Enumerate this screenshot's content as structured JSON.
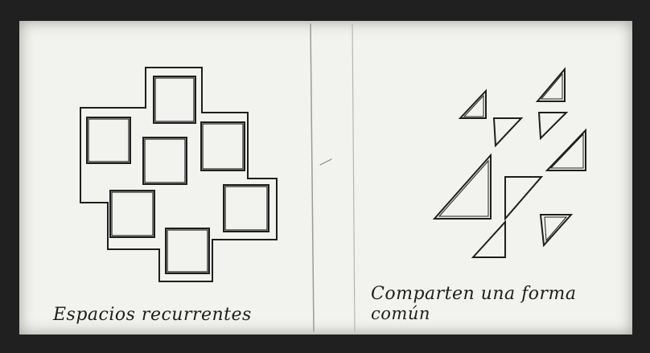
{
  "captions": {
    "left": "Espacios recurrentes",
    "right_line1": "Comparten una forma",
    "right_line2": "común"
  },
  "colors": {
    "ink": "#1e1e1e",
    "paper": "#f2f2ee",
    "border": "#202020"
  }
}
